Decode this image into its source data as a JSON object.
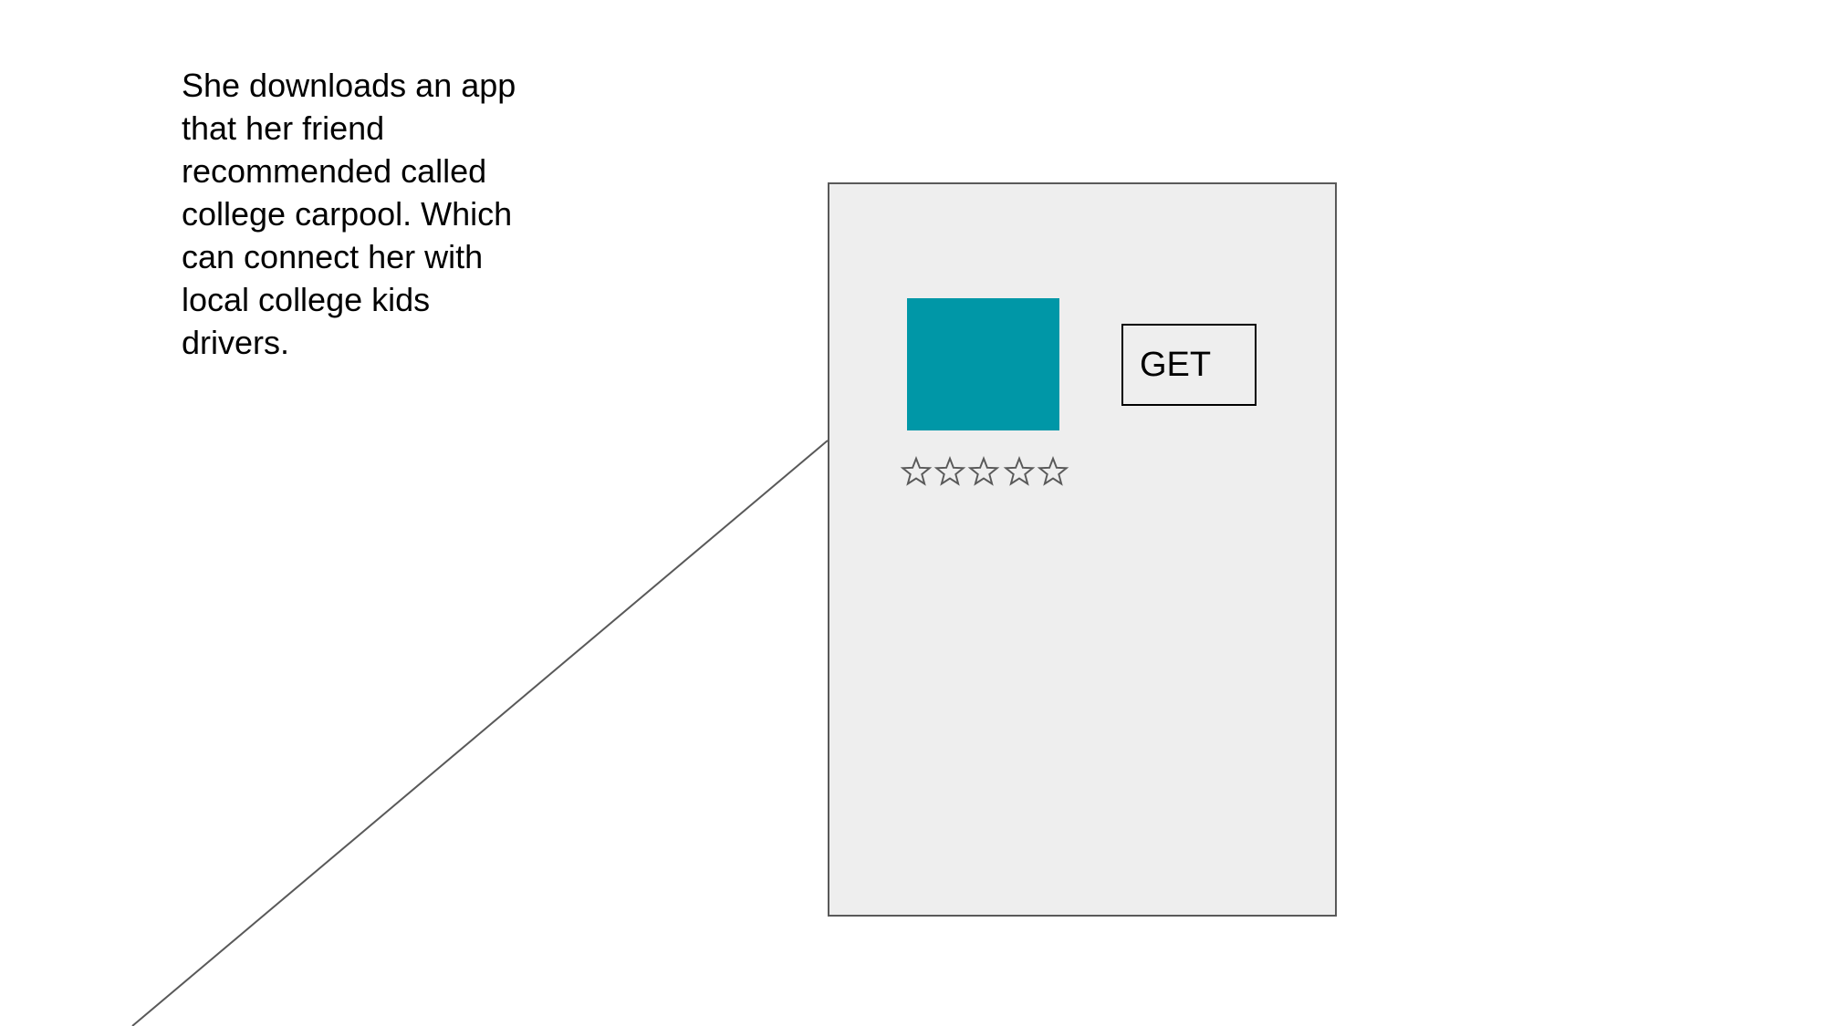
{
  "narration": {
    "lines": [
      "She downloads an app",
      "that her friend",
      "recommended called",
      "college carpool. Which",
      "can connect her with",
      "local college kids",
      "drivers."
    ]
  },
  "app_listing": {
    "icon_color": "#0097a7",
    "frame_color": "#eeeeee",
    "get_button_label": "GET",
    "rating": {
      "max_stars": 5,
      "filled_stars": 0
    }
  }
}
